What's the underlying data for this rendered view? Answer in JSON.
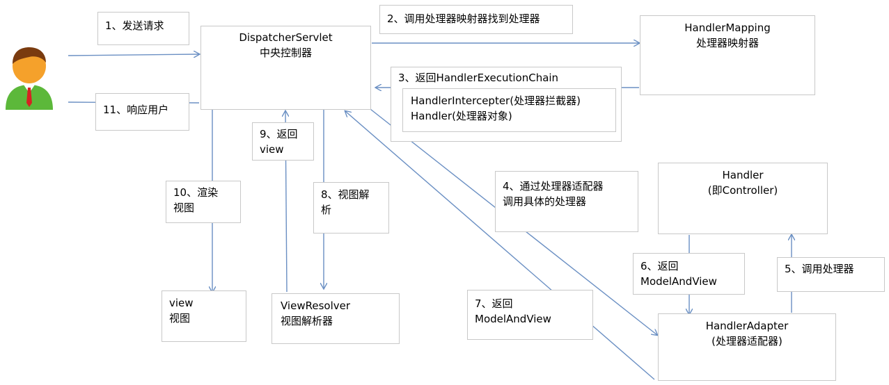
{
  "colors": {
    "arrow": "#6a8fc3",
    "box_border": "#c8c8c8",
    "user_head": "#f5a12b",
    "user_body": "#5cb83a",
    "user_hair": "#7a3b0f",
    "user_tie": "#d62222"
  },
  "icons": {
    "user": "user-avatar-icon"
  },
  "boxes": {
    "dispatcher": {
      "line1": "DispatcherServlet",
      "line2": "中央控制器"
    },
    "handler_mapping": {
      "line1": "HandlerMapping",
      "line2": "处理器映射器"
    },
    "handler": {
      "line1": "Handler",
      "line2": "(即Controller)"
    },
    "handler_adapter": {
      "line1": "HandlerAdapter",
      "line2": "(处理器适配器)"
    },
    "view_resolver": {
      "line1": "ViewResolver",
      "line2": "视图解析器"
    },
    "view": {
      "line1": "view",
      "line2": "视图"
    },
    "chain_inner": {
      "line1": "HandlerIntercepter(处理器拦截器)",
      "line2": "Handler(处理器对象)"
    }
  },
  "steps": {
    "s1": {
      "line1": "1、发送请求"
    },
    "s2": {
      "line1": "2、调用处理器映射器找到处理器"
    },
    "s3": {
      "line1": "3、返回HandlerExecutionChain"
    },
    "s4": {
      "line1": "4、通过处理器适配器",
      "line2": "调用具体的处理器"
    },
    "s5": {
      "line1": "5、调用处理器"
    },
    "s6": {
      "line1": "6、返回",
      "line2": "ModelAndView"
    },
    "s7": {
      "line1": "7、返回",
      "line2": "ModelAndView"
    },
    "s8": {
      "line1": "8、视图解",
      "line2": "析"
    },
    "s9": {
      "line1": "9、返回",
      "line2": "view"
    },
    "s10": {
      "line1": "10、渲染",
      "line2": "视图"
    },
    "s11": {
      "line1": "11、响应用户"
    }
  }
}
